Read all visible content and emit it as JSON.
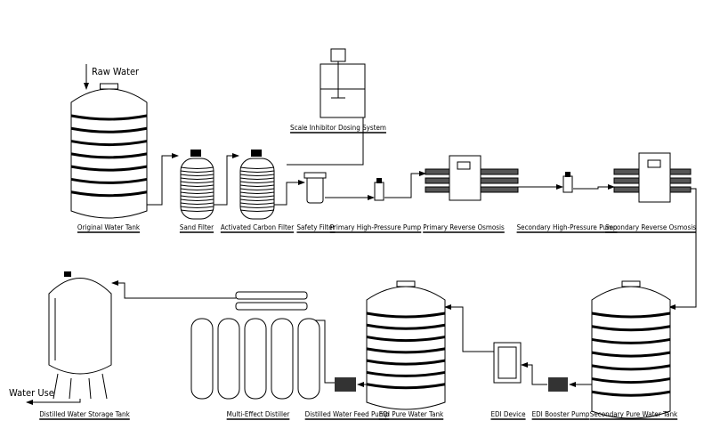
{
  "inputs": {
    "raw_water": "Raw Water"
  },
  "outputs": {
    "water_use": "Water Use"
  },
  "labels": {
    "original_water_tank": "Original Water Tank",
    "sand_filter": "Sand Filter",
    "activated_carbon_filter": "Activated Carbon Filter",
    "scale_inhibitor_dosing_system": "Scale Inhibitor Dosing System",
    "safety_filter": "Safety Filter",
    "primary_high_pressure_pump": "Primary High-Pressure Pump",
    "primary_reverse_osmosis": "Primary Reverse Osmosis",
    "secondary_high_pressure_pump": "Secondary High-Pressure Pump",
    "secondary_reverse_osmosis": "Secondary Reverse Osmosis",
    "secondary_pure_water_tank": "Secondary Pure Water Tank",
    "edi_booster_pump": "EDI Booster Pump",
    "edi_device": "EDI Device",
    "edi_pure_water_tank": "EDI Pure Water Tank",
    "distilled_water_feed_pump": "Distilled Water Feed Pump",
    "multi_effect_distiller": "Multi-Effect Distiller",
    "distilled_water_storage_tank": "Distilled Water Storage Tank"
  }
}
